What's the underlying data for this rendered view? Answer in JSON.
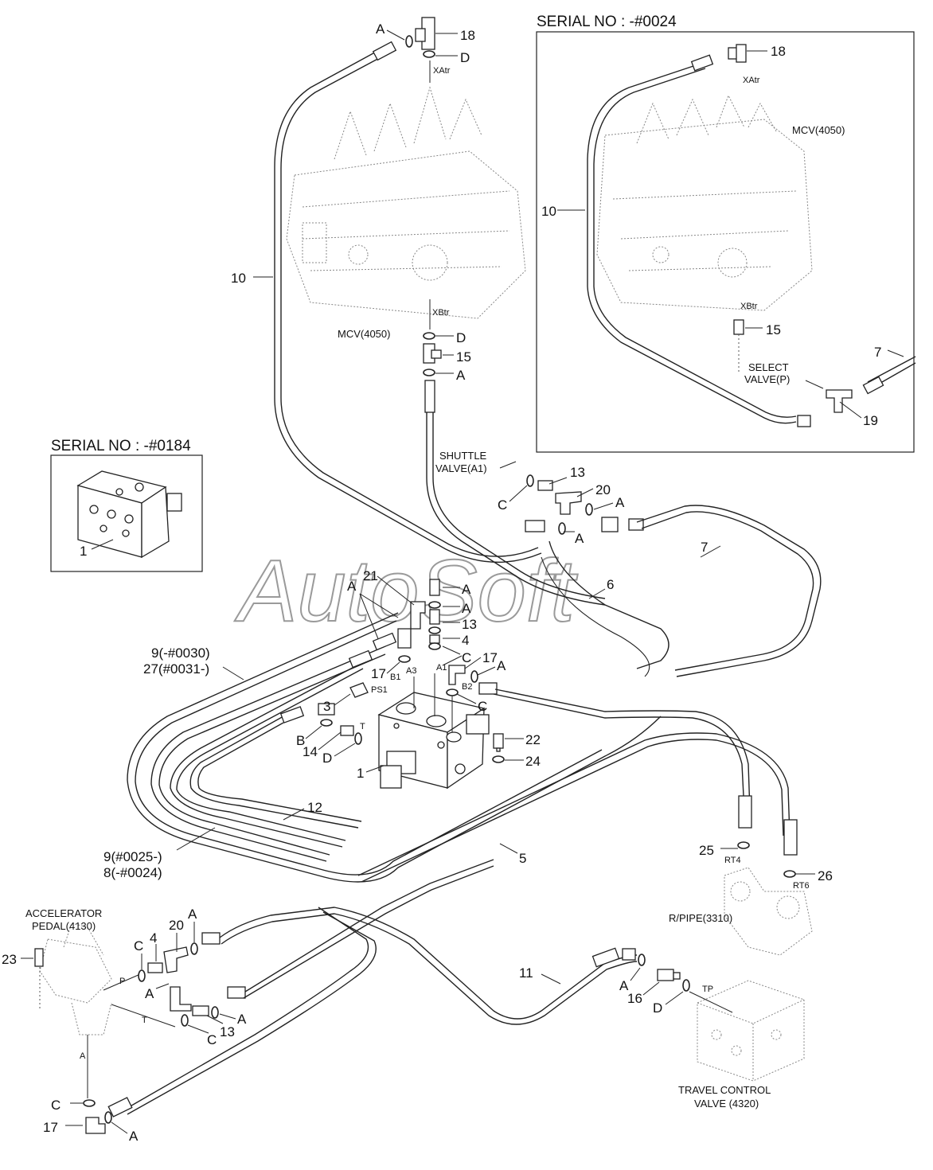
{
  "watermark": "AutoSoft",
  "insets": {
    "serial_0024": "SERIAL NO : -#0024",
    "serial_0184": "SERIAL NO : -#0184"
  },
  "components": {
    "mcv": "MCV(4050)",
    "shuttle_1": "SHUTTLE",
    "shuttle_2": "VALVE(A1)",
    "select_1": "SELECT",
    "select_2": "VALVE(P)",
    "accel_1": "ACCELERATOR",
    "accel_2": "PEDAL(4130)",
    "rpipe": "R/PIPE(3310)",
    "tcv_1": "TRAVEL CONTROL",
    "tcv_2": "VALVE (4320)"
  },
  "ports": {
    "xatr": "XAtr",
    "xbtr": "XBtr",
    "ps1": "PS1",
    "a1": "A1",
    "a3": "A3",
    "b1": "B1",
    "b2": "B2",
    "t": "T",
    "p": "P",
    "rt4": "RT4",
    "rt6": "RT6",
    "tp": "TP"
  },
  "callouts": {
    "n1": "1",
    "n3": "3",
    "n4": "4",
    "n5": "5",
    "n6": "6",
    "n7": "7",
    "n8": "8(-#0024)",
    "n9a": "9(-#0030)",
    "n9b": "9(#0025-)",
    "n10": "10",
    "n11": "11",
    "n12": "12",
    "n13": "13",
    "n14": "14",
    "n15": "15",
    "n16": "16",
    "n17": "17",
    "n18": "18",
    "n19": "19",
    "n20": "20",
    "n21": "21",
    "n22": "22",
    "n23": "23",
    "n24": "24",
    "n25": "25",
    "n26": "26",
    "n27": "27(#0031-)",
    "la": "A",
    "lb": "B",
    "lc": "C",
    "ld": "D"
  }
}
